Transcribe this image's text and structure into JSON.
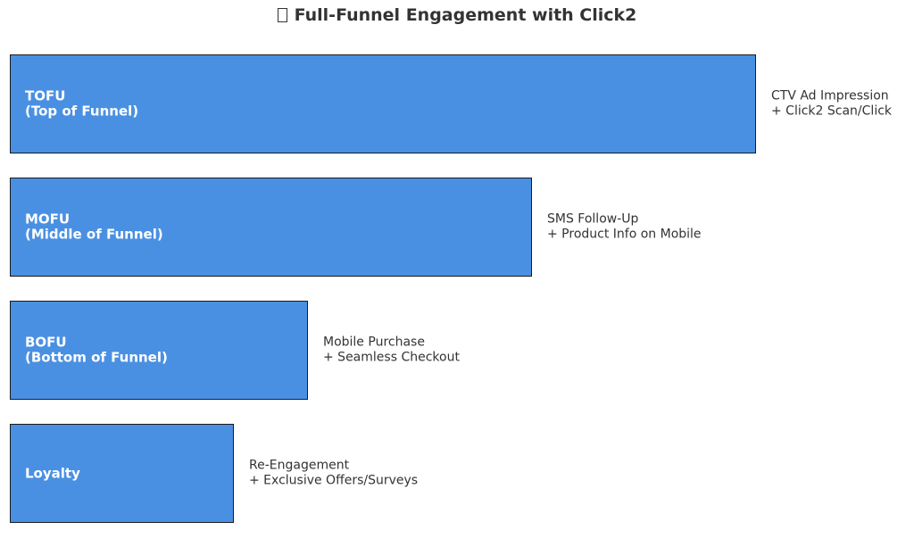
{
  "title": "Full-Funnel Engagement with Click2",
  "title_icon": "unrendered-glyph-box",
  "colors": {
    "bar_fill": "#4a90e2",
    "bar_border": "#1a1a1a",
    "label_text": "#ffffff",
    "desc_text": "#333333"
  },
  "stages": [
    {
      "label": "TOFU\n(Top of Funnel)",
      "description": "CTV Ad Impression\n+ Click2 Scan/Click",
      "relative_width": 1.0
    },
    {
      "label": "MOFU\n(Middle of Funnel)",
      "description": "SMS Follow-Up\n+ Product Info on Mobile",
      "relative_width": 0.7
    },
    {
      "label": "BOFU\n(Bottom of Funnel)",
      "description": "Mobile Purchase\n+ Seamless Checkout",
      "relative_width": 0.4
    },
    {
      "label": "Loyalty",
      "description": "Re-Engagement\n+ Exclusive Offers/Surveys",
      "relative_width": 0.3
    }
  ]
}
